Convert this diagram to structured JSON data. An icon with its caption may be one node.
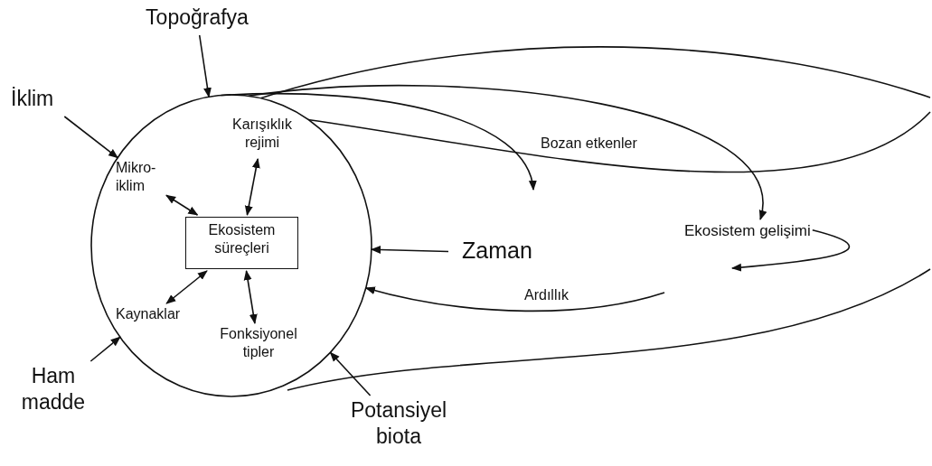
{
  "diagram": {
    "nodes": [
      {
        "text": [],
        "shape": "circle"
      },
      {
        "text": [
          "Ekosistem süreçleri"
        ],
        "in": 0
      },
      {
        "text": [
          "Mikro- iklim"
        ],
        "in": 0
      },
      {
        "text": [
          "Karışıklık rejimi"
        ],
        "in": 0
      },
      {
        "text": [
          "Kaynaklar"
        ],
        "in": 0
      },
      {
        "text": [
          "Fonksiyonel tipler"
        ],
        "in": 0
      },
      {
        "text": [
          "Topoğrafya"
        ]
      },
      {
        "text": [
          "İklim"
        ]
      },
      {
        "text": [
          "Zaman"
        ]
      },
      {
        "text": [
          "Ham madde"
        ]
      },
      {
        "text": [
          "Potansiyel biota"
        ]
      },
      {
        "text": [
          "Ekosistem gelişimi"
        ]
      }
    ],
    "edges": [
      {
        "from": 2,
        "to": 1,
        "arrow": "both"
      },
      {
        "from": 3,
        "to": 1,
        "arrow": "both"
      },
      {
        "from": 4,
        "to": 1,
        "arrow": "both"
      },
      {
        "from": 5,
        "to": 1,
        "arrow": "both"
      },
      {
        "from": 6,
        "to": 0,
        "arrow": "to"
      },
      {
        "from": 7,
        "to": 0,
        "arrow": "to"
      },
      {
        "from": 8,
        "to": 0,
        "arrow": "to"
      },
      {
        "from": 9,
        "to": 0,
        "arrow": "to"
      },
      {
        "from": 10,
        "to": 0,
        "arrow": "to"
      },
      {
        "from": 0,
        "to": null,
        "arrow": "to",
        "label": "Bozan etkenler"
      },
      {
        "from": 0,
        "to": 11,
        "arrow": "to"
      },
      {
        "from": 11,
        "to": null,
        "arrow": "to"
      },
      {
        "from": null,
        "to": 0,
        "arrow": "to",
        "label": "Ardıllık"
      }
    ]
  }
}
